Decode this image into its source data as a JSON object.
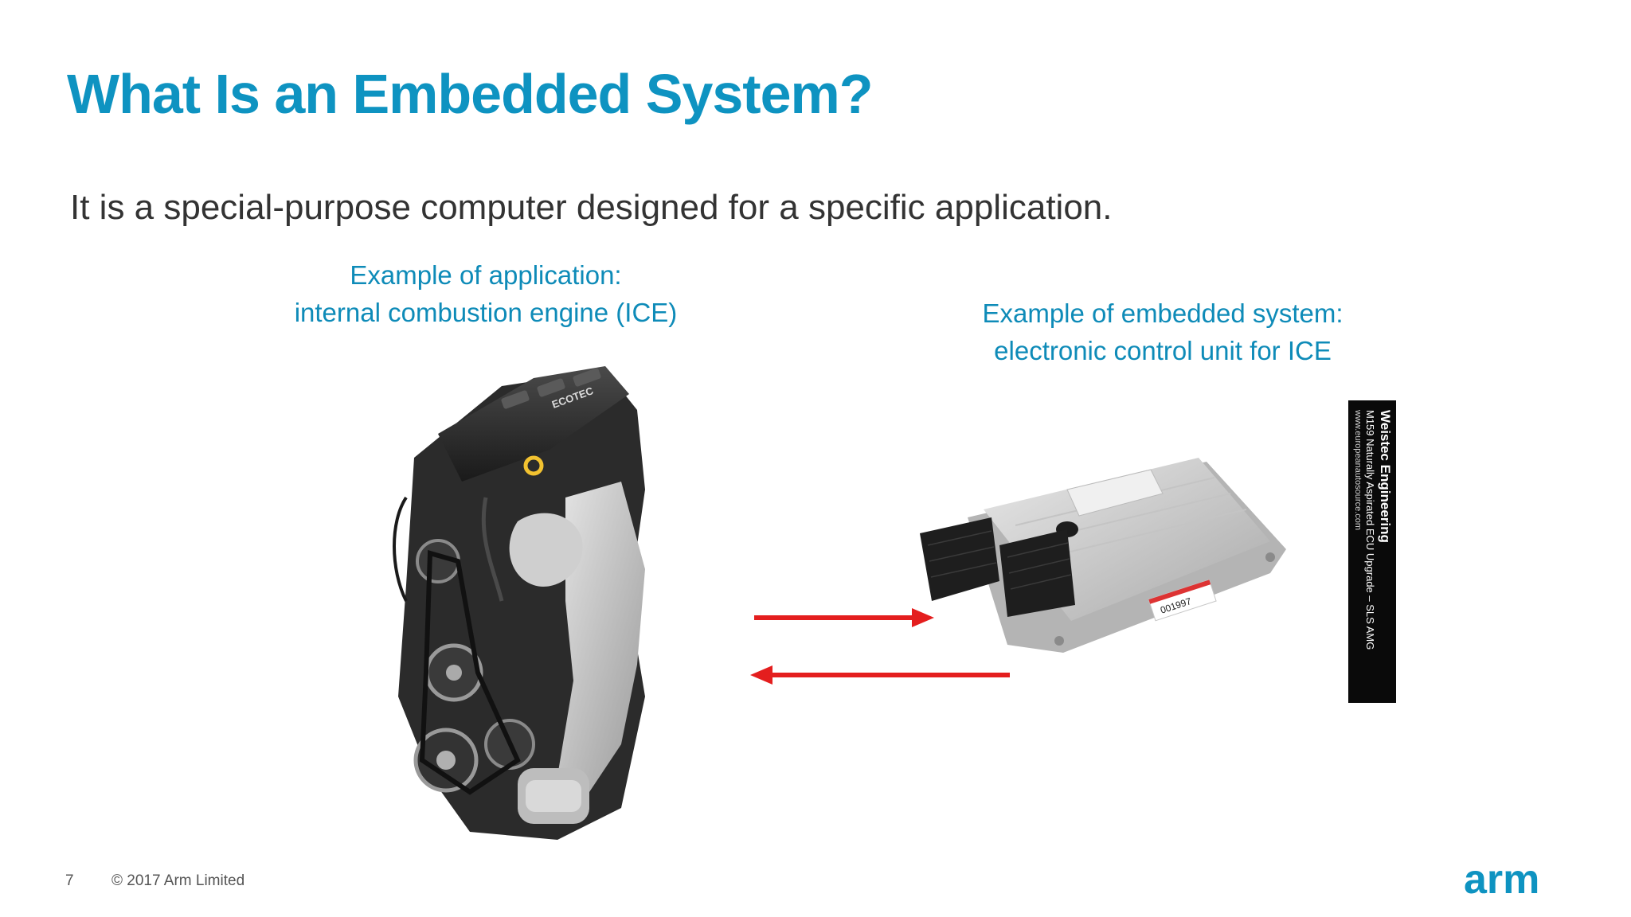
{
  "slide": {
    "title": "What Is an Embedded System?",
    "subtitle": "It is a special-purpose computer designed for a specific application."
  },
  "captions": {
    "application": {
      "line1": "Example of application:",
      "line2": "internal combustion engine (ICE)"
    },
    "embedded": {
      "line1": "Example of embedded system:",
      "line2": "electronic control unit for ICE"
    }
  },
  "engine": {
    "badge_text": "ECOTEC"
  },
  "ecu": {
    "label_number": "001997"
  },
  "banner": {
    "line1": "Weistec Engineering",
    "line2": "M159 Naturally Aspirated ECU Upgrade – SLS AMG",
    "line3": "www.europeanautosource.com"
  },
  "footer": {
    "page_number": "7",
    "copyright": "© 2017 Arm Limited"
  },
  "logo": {
    "text": "arm"
  },
  "colors": {
    "title": "#0e93c1",
    "caption": "#0e8bb8",
    "arrow": "#e41e1e",
    "logo": "#0e93c1"
  }
}
